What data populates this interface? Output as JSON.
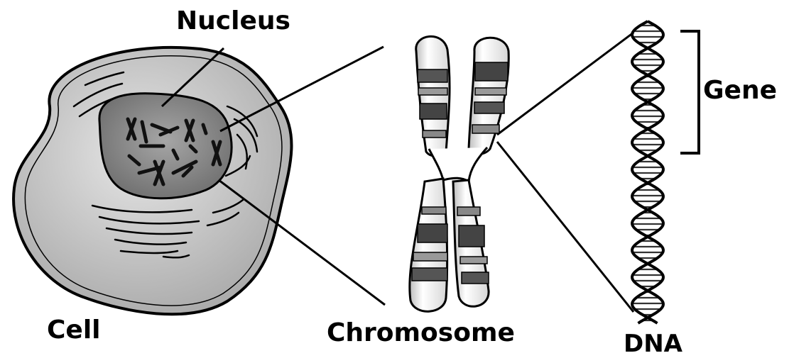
{
  "labels": {
    "nucleus": "Nucleus",
    "cell": "Cell",
    "chromosome": "Chromosome",
    "dna": "DNA",
    "gene": "Gene"
  },
  "colors": {
    "cell_fill": "#cfcfcf",
    "nucleus_fill": "#8f8f8f",
    "band_dark": "#4a4a4a",
    "band_mid": "#9a9a9a",
    "outline": "#000000"
  }
}
